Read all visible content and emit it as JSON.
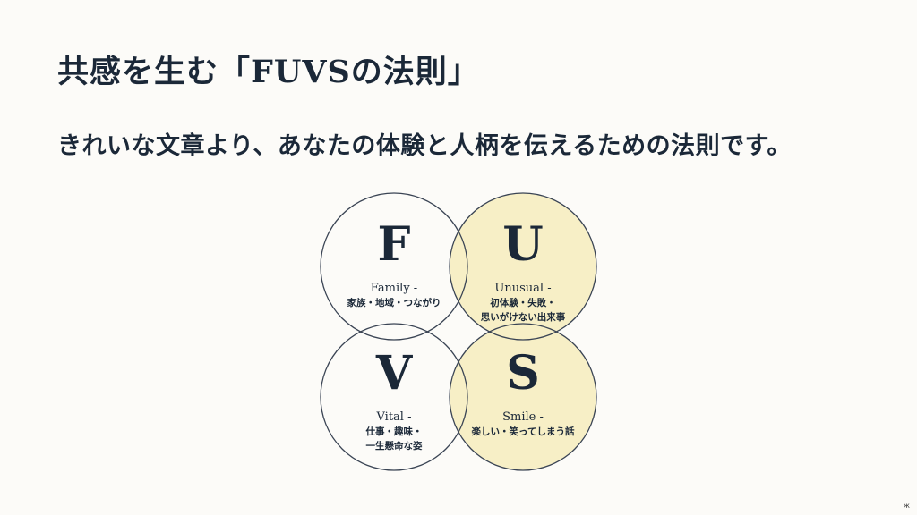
{
  "slide": {
    "title": "共感を生む「FUVSの法則」",
    "subtitle": "きれいな文章より、あなたの体験と人柄を伝えるための法則です。",
    "corner_mark": "ж"
  },
  "diagram": {
    "quadrants": [
      {
        "letter": "F",
        "name": "Family -",
        "desc_lines": [
          "家族・地域・つながり"
        ],
        "highlighted": false
      },
      {
        "letter": "U",
        "name": "Unusual -",
        "desc_lines": [
          "初体験・失敗・",
          "思いがけない出来事"
        ],
        "highlighted": true
      },
      {
        "letter": "V",
        "name": "Vital -",
        "desc_lines": [
          "仕事・趣味・",
          "一生懸命な姿"
        ],
        "highlighted": false
      },
      {
        "letter": "S",
        "name": "Smile -",
        "desc_lines": [
          "楽しい・笑ってしまう話"
        ],
        "highlighted": true
      }
    ],
    "colors": {
      "highlight_fill": "#f7efc6",
      "outline": "#3a4454",
      "text": "#1b2838"
    }
  }
}
